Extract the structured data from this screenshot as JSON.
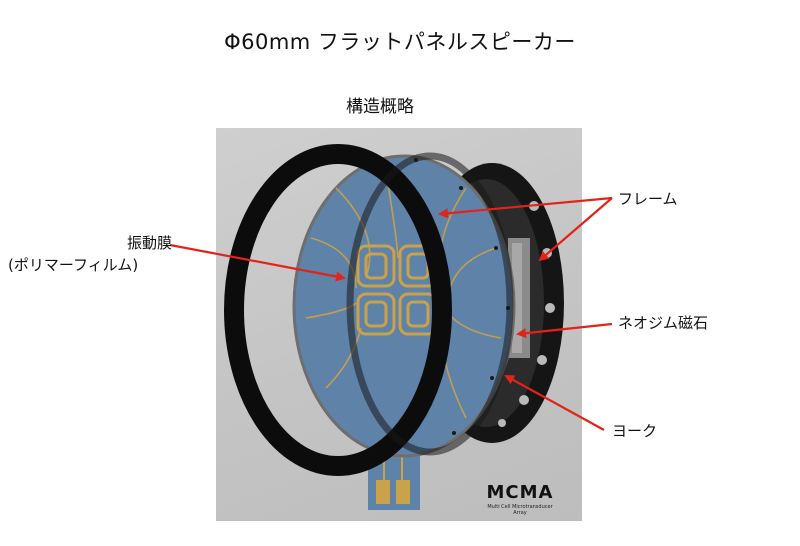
{
  "title": "Φ60mm フラットパネルスピーカー",
  "subtitle": "構造概略",
  "labels": {
    "diaphragm_line1": "振動膜",
    "diaphragm_line2": "(ポリマーフィルム)",
    "frame": "フレーム",
    "magnet": "ネオジム磁石",
    "yoke": "ヨーク"
  },
  "brand": {
    "mark": "MCMA",
    "subtext": "Multi Cell Microtransducer Array"
  },
  "colors": {
    "background": "#c6c6c6",
    "ring": "#0c0c0c",
    "film": "#5f82a8",
    "coil": "#c9a24a",
    "arrow": "#e2231a"
  }
}
